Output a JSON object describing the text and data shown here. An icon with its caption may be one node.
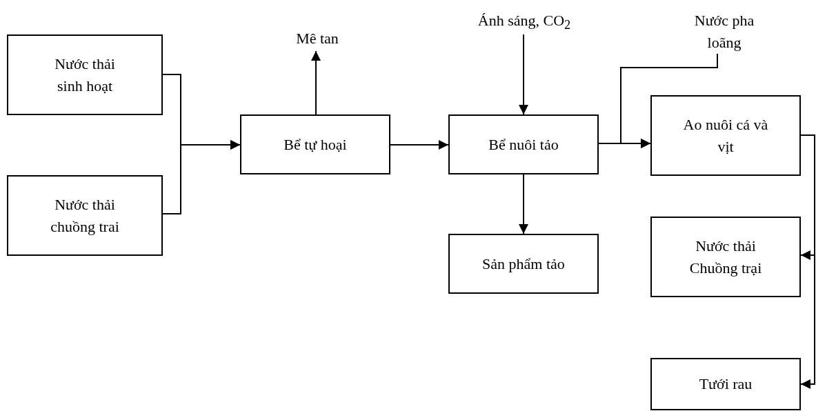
{
  "diagram": {
    "nodes": [
      {
        "text": [
          "Nước thải sinh hoạt"
        ]
      },
      {
        "text": [
          "Nước thải chuồng trai"
        ]
      },
      {
        "text": [
          "Mê tan"
        ]
      },
      {
        "text": [
          "Bể tự hoại"
        ]
      },
      {
        "text": [
          "Ánh sáng, CO$_{2}$"
        ]
      },
      {
        "text": [
          "Bể nuôi tảo"
        ]
      },
      {
        "text": [
          "Sản phẩm tảo"
        ]
      },
      {
        "text": [
          "Nước pha loãng"
        ]
      },
      {
        "text": [
          "Ao nuôi cá và vịt"
        ]
      },
      {
        "text": [
          "Nước thải Chuồng trại"
        ]
      },
      {
        "text": [
          "Tưới rau"
        ]
      }
    ],
    "edges": [
      {
        "from": 0,
        "to": 3,
        "arrow": "to"
      },
      {
        "from": 1,
        "to": 3,
        "arrow": "to"
      },
      {
        "from": 3,
        "to": 2,
        "arrow": "to"
      },
      {
        "from": 4,
        "to": 5,
        "arrow": "to"
      },
      {
        "from": 3,
        "to": 5,
        "arrow": "to"
      },
      {
        "from": 5,
        "to": 6,
        "arrow": "to"
      },
      {
        "from": 5,
        "to": 8,
        "arrow": "to"
      },
      {
        "from": 7,
        "to": 8,
        "arrow": "to"
      },
      {
        "from": 8,
        "to": 9,
        "arrow": "to"
      },
      {
        "from": 8,
        "to": 10,
        "arrow": "to"
      }
    ]
  }
}
